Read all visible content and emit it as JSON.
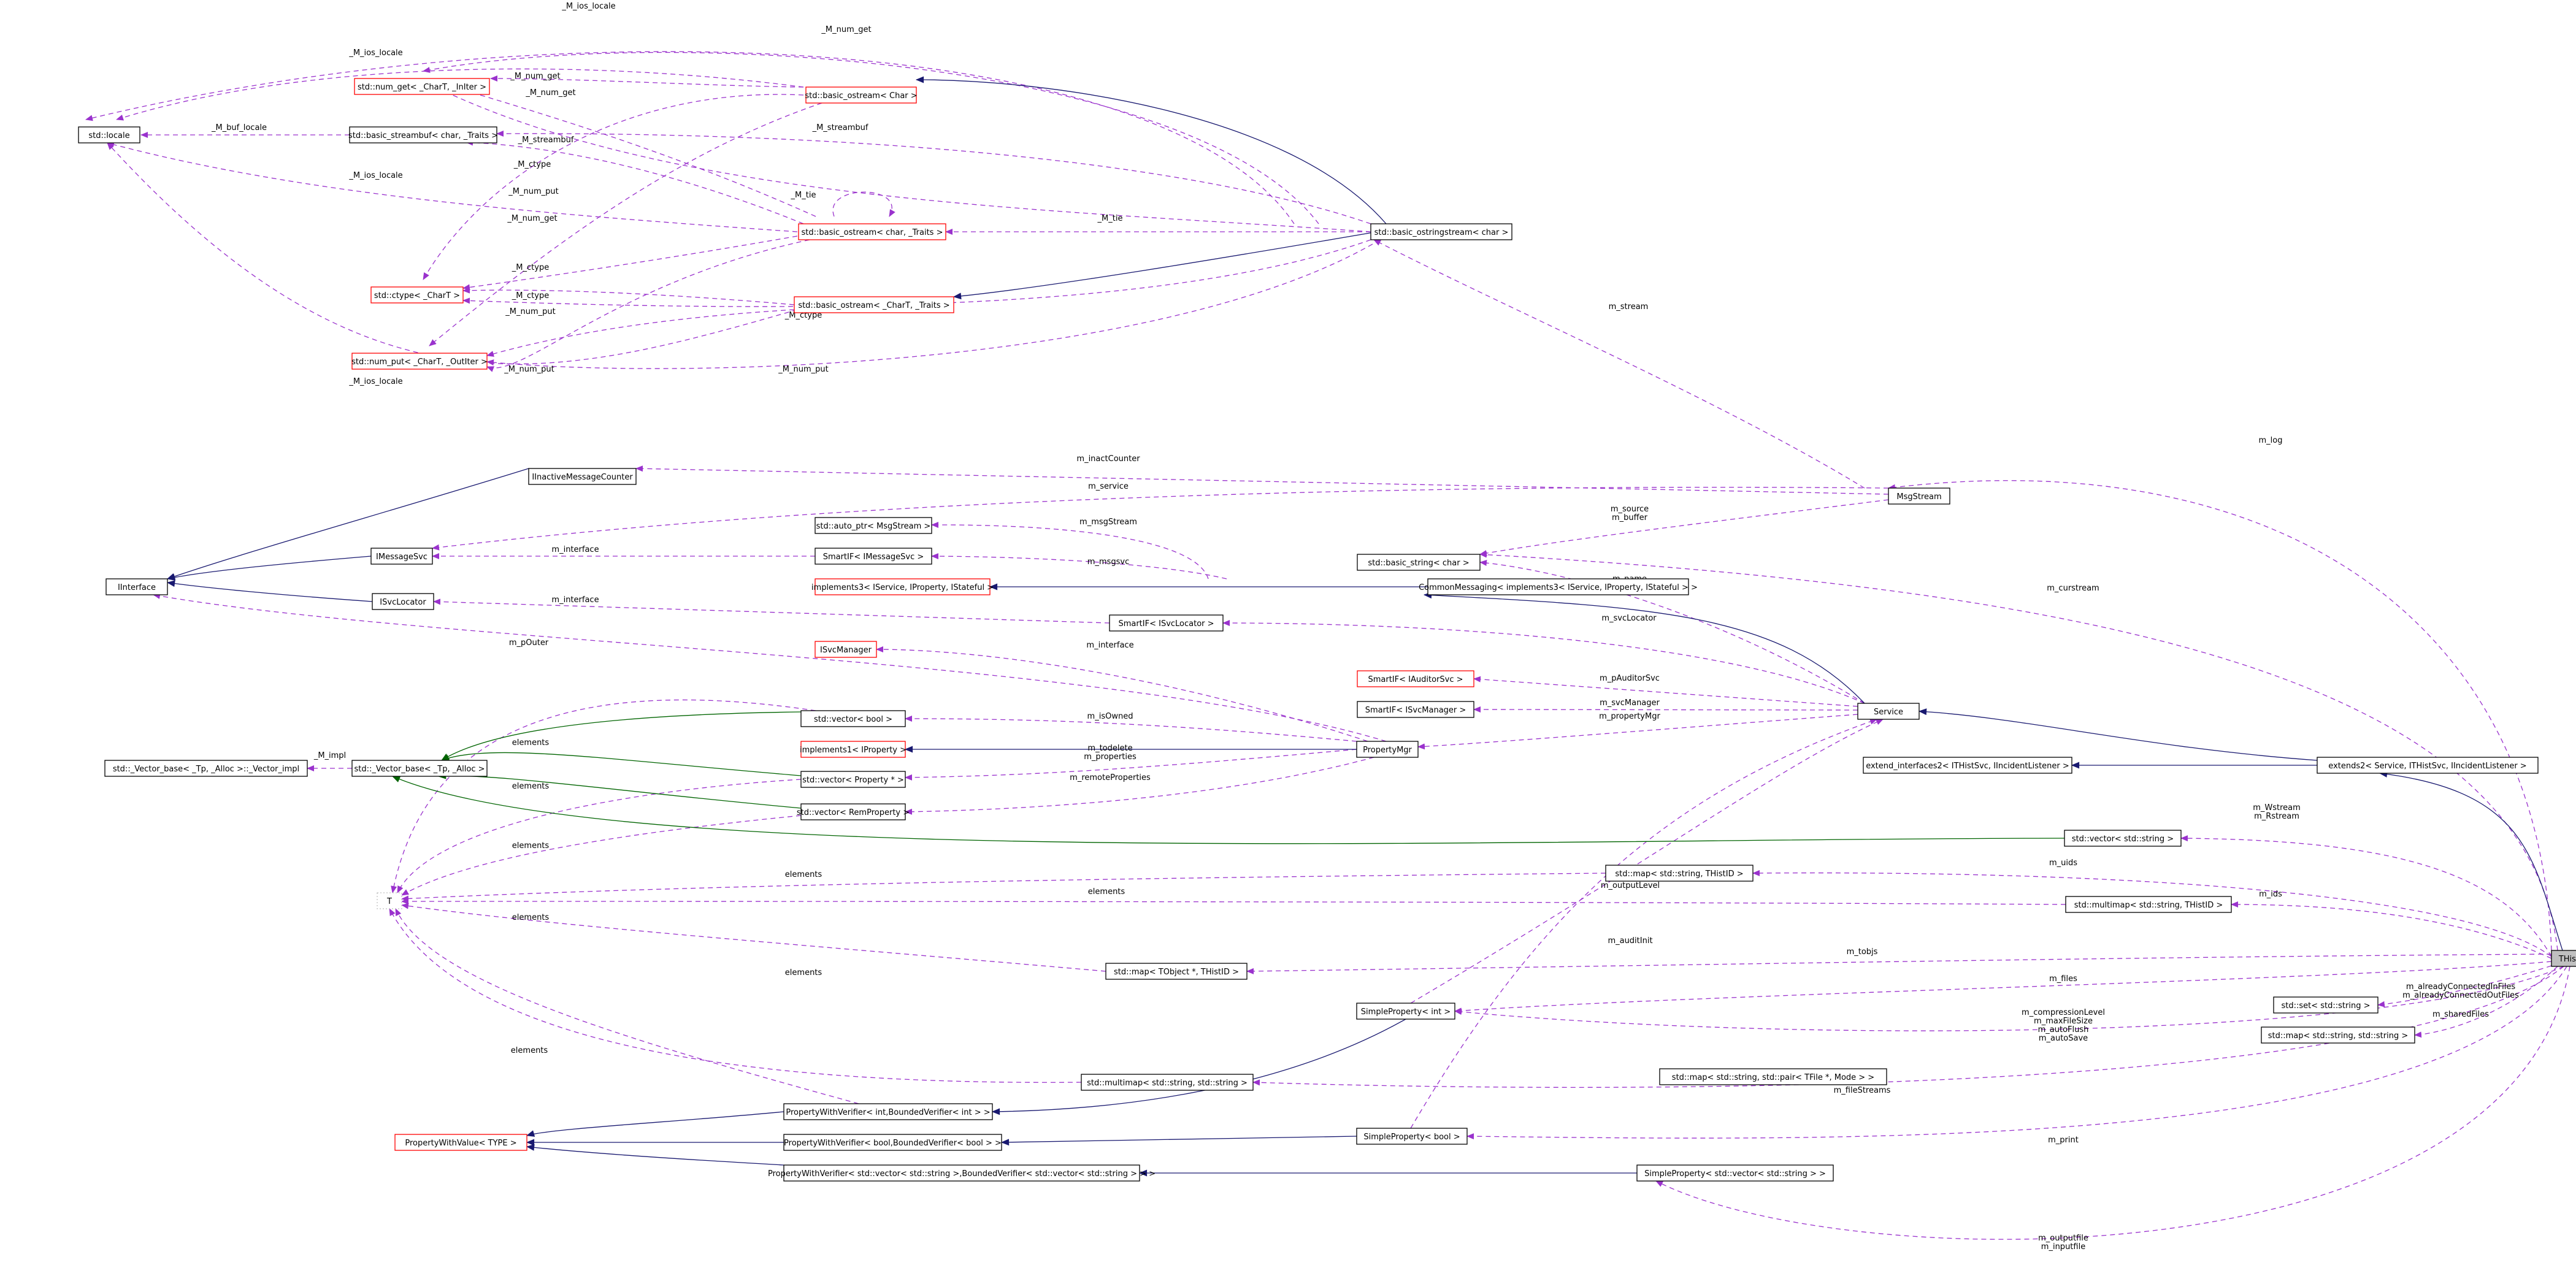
{
  "colors": {
    "usage_edge": "#9a32cd",
    "public_inheritance_edge": "#191970",
    "template_instance_edge": "#006400",
    "undocumented_node_border": "#ff0000",
    "selected_node_fill": "#bfbfbf"
  },
  "nodes": {
    "std_locale": {
      "label": "std::locale"
    },
    "num_get": {
      "label": "std::num_get< _CharT, _InIter >",
      "undocumented": true
    },
    "basic_streambuf": {
      "label": "std::basic_streambuf< char, _Traits >"
    },
    "basic_ostream_char": {
      "label": "std::basic_ostream< Char >",
      "undocumented": true
    },
    "basic_ostream_char_traits": {
      "label": "std::basic_ostream< char, _Traits >",
      "undocumented": true
    },
    "ctype": {
      "label": "std::ctype< _CharT >",
      "undocumented": true
    },
    "basic_ostream_chart": {
      "label": "std::basic_ostream< _CharT, _Traits >",
      "undocumented": true
    },
    "num_put": {
      "label": "std::num_put< _CharT, _OutIter >",
      "undocumented": true
    },
    "basic_ostringstream": {
      "label": "std::basic_ostringstream< char >"
    },
    "iinactive": {
      "label": "IInactiveMessageCounter"
    },
    "imessagesvc": {
      "label": "IMessageSvc"
    },
    "iinterface": {
      "label": "IInterface"
    },
    "isvclocator": {
      "label": "ISvcLocator"
    },
    "isvcmanager": {
      "label": "ISvcManager",
      "undocumented": true
    },
    "auto_ptr": {
      "label": "std::auto_ptr< MsgStream >"
    },
    "smartif_msgsvc": {
      "label": "SmartIF< IMessageSvc >"
    },
    "implements3": {
      "label": "implements3< IService, IProperty, IStateful >",
      "undocumented": true
    },
    "smartif_svclocator": {
      "label": "SmartIF< ISvcLocator >"
    },
    "msgstream": {
      "label": "MsgStream"
    },
    "basic_string": {
      "label": "std::basic_string< char >"
    },
    "commonmessaging": {
      "label": "CommonMessaging< implements3< IService, IProperty, IStateful > >"
    },
    "smartif_auditor": {
      "label": "SmartIF< IAuditorSvc >",
      "undocumented": true
    },
    "smartif_svcmanager": {
      "label": "SmartIF< ISvcManager >"
    },
    "service": {
      "label": "Service"
    },
    "vector_base_impl": {
      "label": "std::_Vector_base< _Tp, _Alloc >::_Vector_impl"
    },
    "vector_base": {
      "label": "std::_Vector_base< _Tp, _Alloc >"
    },
    "vector_bool": {
      "label": "std::vector< bool >"
    },
    "implements1": {
      "label": "implements1< IProperty >",
      "undocumented": true
    },
    "propertymgr": {
      "label": "PropertyMgr"
    },
    "vector_property": {
      "label": "std::vector< Property * >"
    },
    "vector_remote": {
      "label": "std::vector< RemProperty >"
    },
    "extend_interfaces2": {
      "label": "extend_interfaces2< ITHistSvc, IIncidentListener >"
    },
    "extends2": {
      "label": "extends2< Service, ITHistSvc, IIncidentListener >"
    },
    "vector_string": {
      "label": "std::vector< std::string >"
    },
    "tp": {
      "label": "T",
      "dotted": true
    },
    "map_string_thistid": {
      "label": "std::map< std::string, THistID >"
    },
    "multimap_string_thistid": {
      "label": "std::multimap< std::string, THistID >"
    },
    "map_tobject": {
      "label": "std::map< TObject *, THistID >"
    },
    "thistsvc": {
      "label": "THistSvc",
      "selected": true
    },
    "set_string": {
      "label": "std::set< std::string >"
    },
    "simple_int": {
      "label": "SimpleProperty< int >"
    },
    "map_string_string": {
      "label": "std::map< std::string, std::string >"
    },
    "map_string_pair": {
      "label": "std::map< std::string, std::pair< TFile *, Mode > >"
    },
    "multimap_string_string": {
      "label": "std::multimap< std::string, std::string >"
    },
    "pwv_int": {
      "label": "PropertyWithVerifier< int,BoundedVerifier< int > >"
    },
    "pwvalue": {
      "label": "PropertyWithValue< TYPE >",
      "undocumented": true
    },
    "pwv_bool": {
      "label": "PropertyWithVerifier< bool,BoundedVerifier< bool > >"
    },
    "simple_bool": {
      "label": "SimpleProperty< bool >"
    },
    "pwv_vector": {
      "label": "PropertyWithVerifier< std::vector< std::string >,BoundedVerifier< std::vector< std::string > > >"
    },
    "simple_vector": {
      "label": "SimpleProperty< std::vector< std::string > >"
    }
  },
  "edge_labels": {
    "ios_locale_top": "_M_ios_locale",
    "num_get_top": "_M_num_get",
    "ios_locale_2": "_M_ios_locale",
    "num_get_2": "_M_num_get",
    "buf_locale": "_M_buf_locale",
    "num_get_3": "_M_num_get",
    "streambuf_1": "_M_streambuf",
    "streambuf_2": "_M_streambuf",
    "ctype_1": "_M_ctype",
    "ios_locale_3": "_M_ios_locale",
    "tie_1": "_M_tie",
    "num_put_1": "_M_num_put",
    "num_get_4": "_M_num_get",
    "tie_2": "_M_tie",
    "ctype_2": "_M_ctype",
    "ctype_3": "_M_ctype",
    "num_put_2": "_M_num_put",
    "ctype_4": "_M_ctype",
    "num_put_3": "_M_num_put",
    "num_put_4": "_M_num_put",
    "ios_locale_4": "_M_ios_locale",
    "m_stream": "m_stream",
    "m_log": "m_log",
    "m_inactcounter": "m_inactCounter",
    "m_service": "m_service",
    "m_msgstream": "m_msgStream",
    "m_source_buffer": "m_source\nm_buffer",
    "m_interface_1": "m_interface",
    "m_msgsvc": "m_msgsvc",
    "m_name": "m_name",
    "m_curstream": "m_curstream",
    "m_interface_2": "m_interface",
    "m_svclocator": "m_svcLocator",
    "m_pouter": "m_pOuter",
    "m_interface_3": "m_interface",
    "m_pauditorsvc": "m_pAuditorSvc",
    "m_isowned": "m_isOwned",
    "m_svcmanager": "m_svcManager",
    "m_propertymgr": "m_propertyMgr",
    "m_impl": "_M_impl",
    "elements_1": "elements",
    "m_todelete": "m_todelete\nm_properties",
    "elements_2": "elements",
    "m_remoteproperties": "m_remoteProperties",
    "elements_3": "elements",
    "m_wstream": "m_Wstream\nm_Rstream",
    "m_uids": "m_uids",
    "elements_4": "elements",
    "elements_5": "elements",
    "m_outputlevel": "m_outputLevel",
    "m_ids": "m_ids",
    "elements_6": "elements",
    "m_auditinit": "m_auditInit",
    "m_tobjs": "m_tobjs",
    "elements_7": "elements",
    "m_files": "m_files",
    "m_already": "m_alreadyConnectedInFiles\nm_alreadyConnectedOutFiles",
    "m_compression": "m_compressionLevel\nm_maxFileSize\nm_autoFlush\nm_autoSave",
    "m_sharedfiles": "m_sharedFiles",
    "elements_8": "elements",
    "m_filestreams": "m_fileStreams",
    "m_print": "m_print",
    "m_outputfile": "m_outputfile\nm_inputfile"
  }
}
